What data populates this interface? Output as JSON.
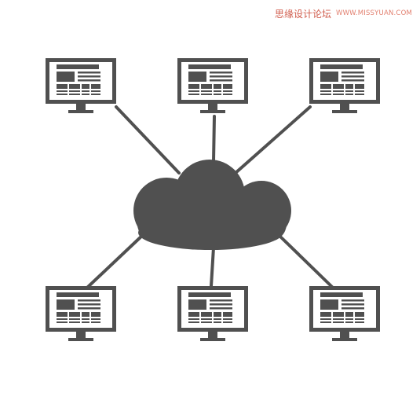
{
  "watermark": {
    "site_name": "思缘设计论坛",
    "site_url": "WWW.MISSYUAN.COM"
  },
  "colors": {
    "icon": "#505050",
    "screen_bg": "#ffffff",
    "background": "#ffffff",
    "watermark": "#d05c4c"
  },
  "diagram": {
    "hub": {
      "icon": "cloud-icon"
    },
    "nodes": [
      {
        "id": "top-left",
        "icon": "monitor-icon"
      },
      {
        "id": "top-center",
        "icon": "monitor-icon"
      },
      {
        "id": "top-right",
        "icon": "monitor-icon"
      },
      {
        "id": "bottom-left",
        "icon": "monitor-icon"
      },
      {
        "id": "bottom-center",
        "icon": "monitor-icon"
      },
      {
        "id": "bottom-right",
        "icon": "monitor-icon"
      }
    ]
  }
}
